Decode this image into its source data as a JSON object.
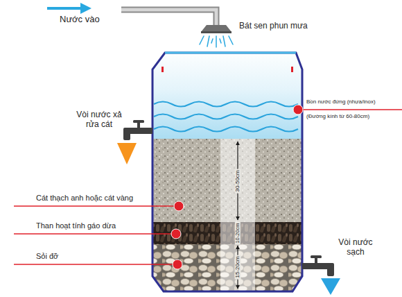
{
  "diagram": {
    "labels": [
      "Nước vào",
      "Bát sen phun mưa",
      "Bồn nước đứng (nhựa/inox)",
      "(Đường kính từ 60-80cm)",
      "Vòi nước xả rửa cát",
      "Cát thạch anh hoặc cát vàng",
      "Than hoạt tính gáo dừa",
      "Sỏi đỡ",
      "Vòi nước sạch",
      "30-50cm",
      "10-20cm",
      "15-20cm"
    ]
  }
}
